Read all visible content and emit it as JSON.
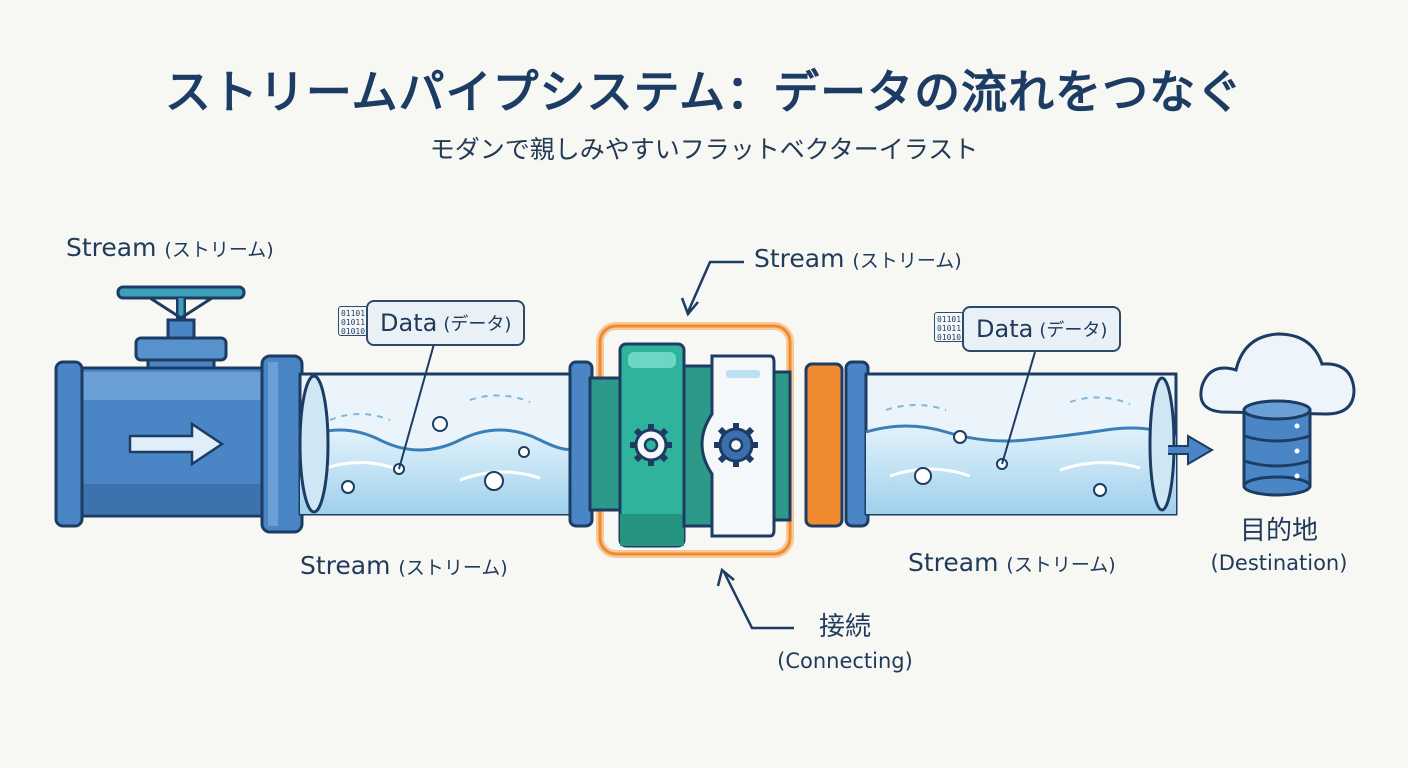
{
  "title": "ストリームパイプシステム：データの流れをつなぐ",
  "subtitle": "モダンで親しみやすいフラットベクターイラスト",
  "labels": {
    "stream_top_left": {
      "en": "Stream",
      "jp": "(ストリーム)"
    },
    "stream_top_center": {
      "en": "Stream",
      "jp": "(ストリーム)"
    },
    "stream_bottom_left": {
      "en": "Stream",
      "jp": "(ストリーム)"
    },
    "stream_bottom_right": {
      "en": "Stream",
      "jp": "(ストリーム)"
    },
    "data_left": {
      "en": "Data",
      "jp": "(データ)"
    },
    "data_right": {
      "en": "Data",
      "jp": "(データ)"
    },
    "destination": {
      "jp": "目的地",
      "en": "(Destination)"
    },
    "connecting": {
      "jp": "接続",
      "en": "(Connecting)"
    },
    "binary": [
      "01101",
      "01011",
      "01010"
    ]
  },
  "icons": [
    "valve-icon",
    "flow-arrow-icon",
    "gear-icon",
    "cloud-icon",
    "database-icon"
  ],
  "colors": {
    "pipe_blue": "#4a86c5",
    "water": "#bfe0f2",
    "teal": "#2fb39c",
    "orange": "#f08a30",
    "highlight": "#f5a04a",
    "ink": "#1d3c63"
  }
}
